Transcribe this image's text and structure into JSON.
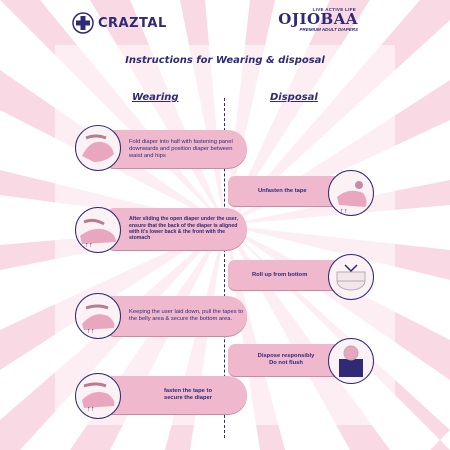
{
  "brand": {
    "left_name": "CRAZTAL",
    "right_tagline": "LIVE ACTIVE LIFE",
    "right_logo": "OJIOBAA",
    "right_sub": "PREMIUM ADULT DIAPERS"
  },
  "title": "Instructions for Wearing & disposal",
  "wearing": {
    "heading": "Wearing",
    "steps": [
      {
        "text": "Fold diaper into half with fastening panel downwards and position diaper between waist and hips"
      },
      {
        "text": "After sliding the open diaper under the user, ensure that the back of the diaper is aligned with it's lower back & the front with the stomach"
      },
      {
        "text": "Keeping the user laid down, pull the tapes to the belly area & secure the bottom area."
      },
      {
        "text": "fasten the tape to secure the diaper"
      }
    ]
  },
  "disposal": {
    "heading": "Disposal",
    "steps": [
      {
        "text": "Unfasten the tape"
      },
      {
        "text": "Roll up from bottom"
      },
      {
        "text": "Dispose responsibly Do not flush"
      }
    ]
  },
  "colors": {
    "navy": "#2f2a78",
    "pink": "#efb8cd",
    "ray": "#f6cfdd"
  }
}
